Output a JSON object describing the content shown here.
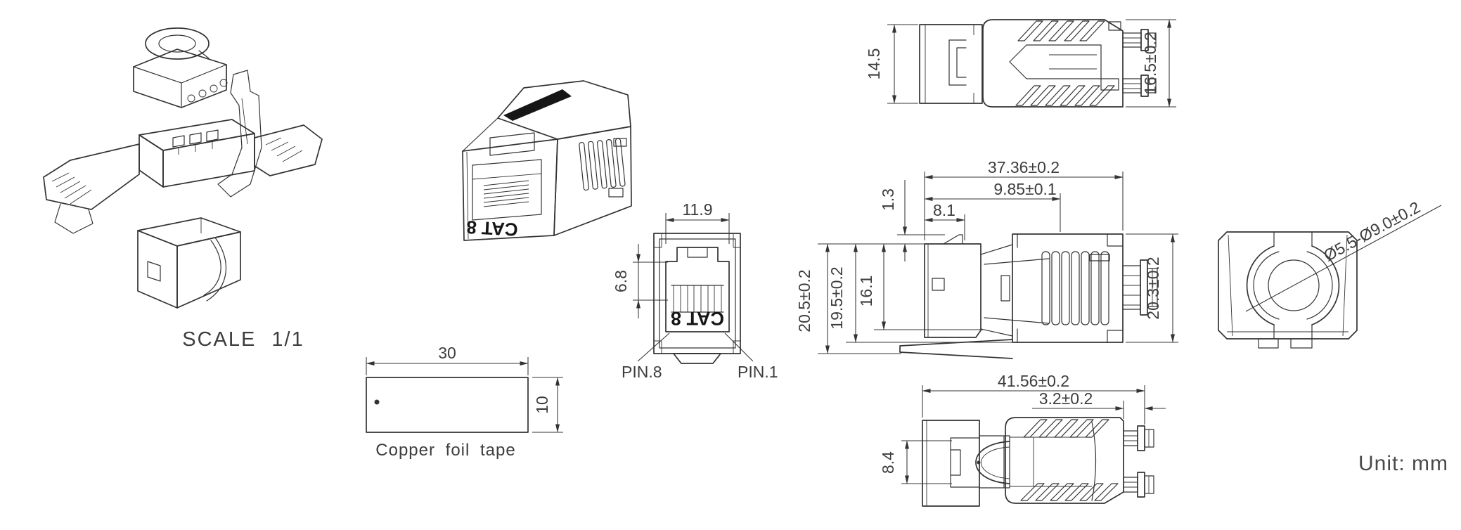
{
  "colors": {
    "background": "#ffffff",
    "line": "#333333",
    "dim_text": "#3d3d3d",
    "unit_text": "#4a4a4a",
    "marking_fill": "#161616"
  },
  "labels": {
    "scale": "SCALE 1/1",
    "unit": "Unit: mm"
  },
  "iso_view": {
    "marking": "CAT 8"
  },
  "copper_tape": {
    "name": "Copper foil tape",
    "width": "30",
    "height": "10"
  },
  "front_view": {
    "width": "11.9",
    "contact_height": "6.8",
    "marking": "CAT 8",
    "pin8": "PIN.8",
    "pin1": "PIN.1"
  },
  "top_view": {
    "left_height": "14.5",
    "right_height": "16.5±0.2"
  },
  "side_view": {
    "total_length": "37.36±0.2",
    "front_length": "9.85±0.1",
    "latch_length": "8.1",
    "lip_height": "1.3",
    "height_total": "20.5±0.2",
    "height_body": "19.5±0.2",
    "height_inner": "16.1",
    "rear_height": "20.3±0.2"
  },
  "rear_view": {
    "cable_range": "Ø5.5-Ø9.0±0.2"
  },
  "bottom_view": {
    "total_length": "41.56±0.2",
    "screw_len": "3.2±0.2",
    "slot_height": "8.4"
  }
}
